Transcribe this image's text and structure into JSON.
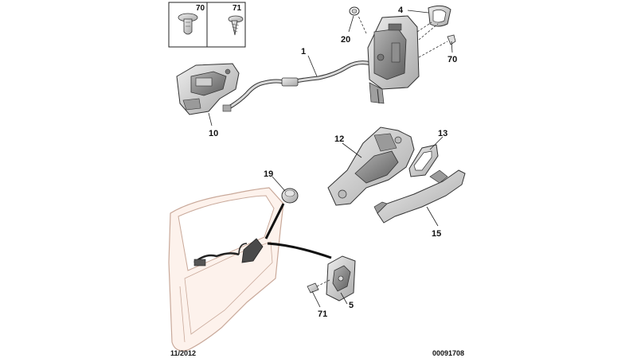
{
  "legend": {
    "box1_number": "70",
    "box2_number": "71"
  },
  "callouts": {
    "c1": "1",
    "c4": "4",
    "c20": "20",
    "c70": "70",
    "c10": "10",
    "c12": "12",
    "c13": "13",
    "c15": "15",
    "c19": "19",
    "c5": "5",
    "c71": "71"
  },
  "footer": {
    "date_code": "11/2012",
    "reference": "00091708"
  },
  "colors": {
    "part_fill": "#d6d6d6",
    "part_dark": "#8c8c8c",
    "outline": "#333333",
    "door_fill": "#fdf2ec",
    "door_outline": "#c9a99a"
  }
}
